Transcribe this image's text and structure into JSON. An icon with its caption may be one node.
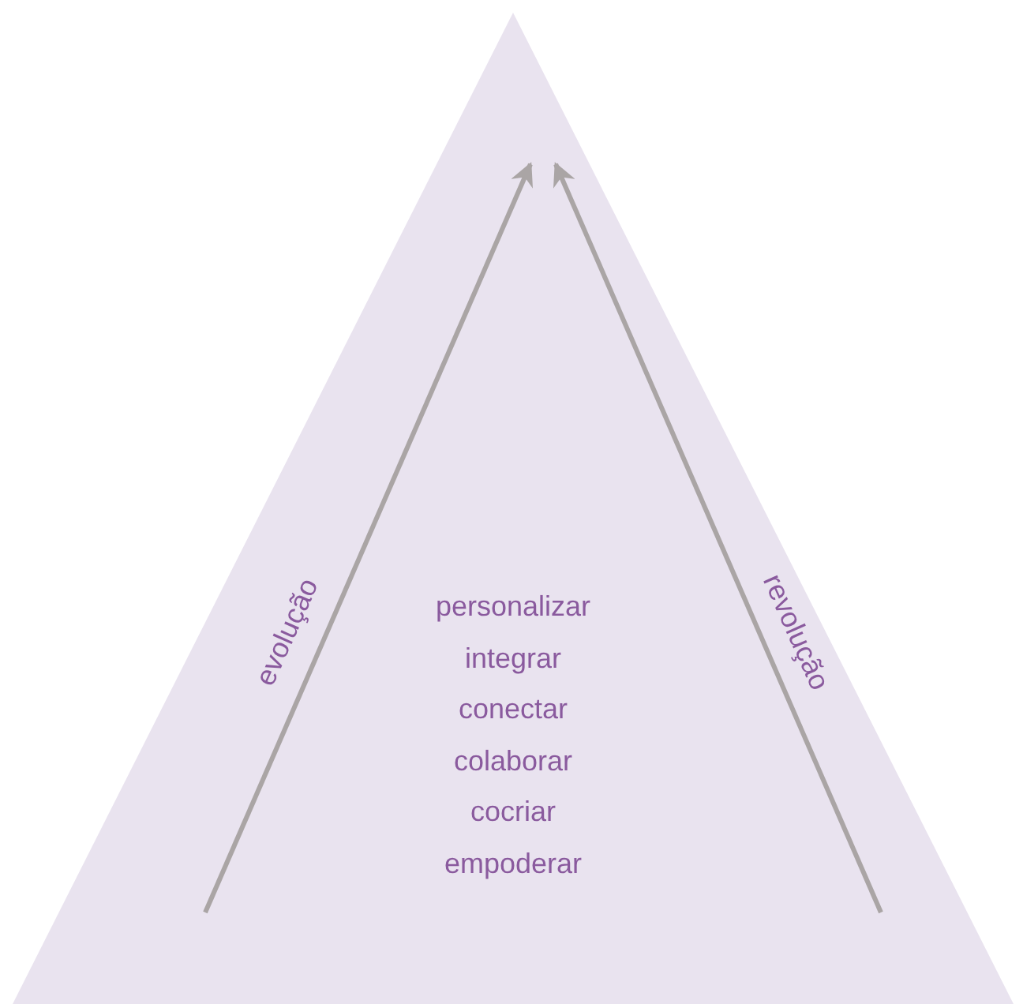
{
  "diagram": {
    "nodes": [
      {
        "text": [
          "personalizar",
          "integrar",
          "conectar",
          "colaborar",
          "cocriar",
          "empoderar"
        ]
      }
    ],
    "edges": [],
    "labels": [
      "evolução",
      "revolução"
    ]
  }
}
